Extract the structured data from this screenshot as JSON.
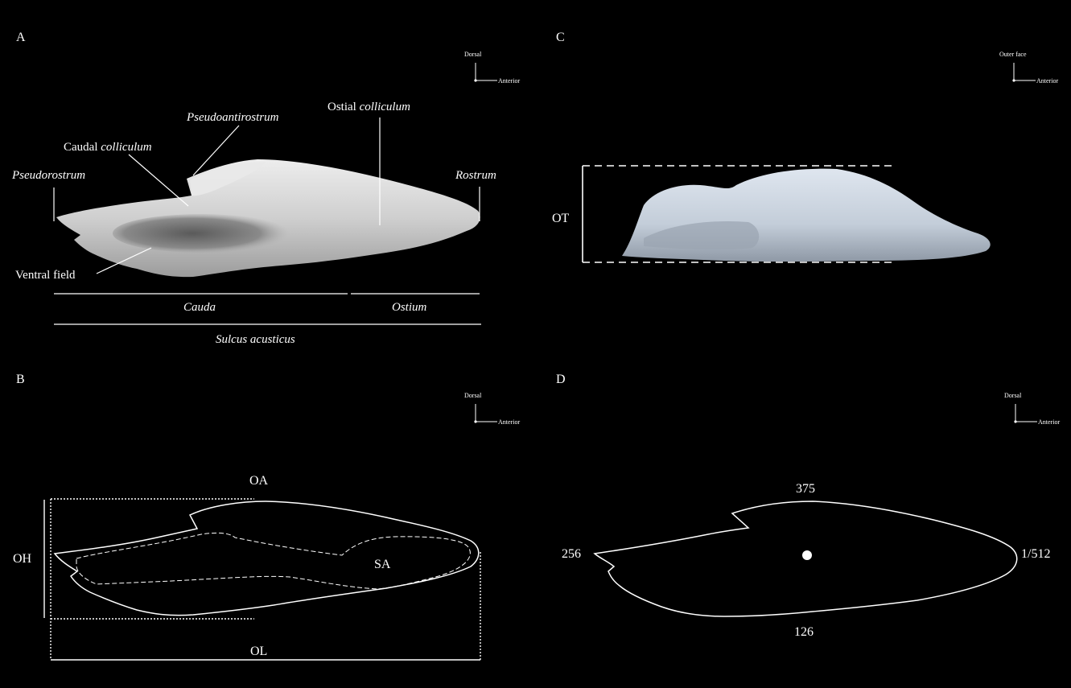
{
  "panels": {
    "A": {
      "letter": "A",
      "axis": {
        "up": "Dorsal",
        "right": "Anterior"
      },
      "labels": {
        "pseudoantirostrum": "Pseudoantirostrum",
        "ostial_colliculum_prefix": "Ostial ",
        "ostial_colliculum_term": "colliculum",
        "caudal_colliculum_prefix": "Caudal ",
        "caudal_colliculum_term": "colliculum",
        "pseudorostrum": "Pseudorostrum",
        "rostrum": "Rostrum",
        "ventral_field": "Ventral field",
        "cauda": "Cauda",
        "ostium": "Ostium",
        "sulcus_acusticus": "Sulcus acusticus"
      }
    },
    "B": {
      "letter": "B",
      "axis": {
        "up": "Dorsal",
        "right": "Anterior"
      },
      "labels": {
        "oa": "OA",
        "oh": "OH",
        "sa": "SA",
        "ol": "OL"
      }
    },
    "C": {
      "letter": "C",
      "axis": {
        "up": "Outer face",
        "right": "Anterior"
      },
      "labels": {
        "ot": "OT"
      }
    },
    "D": {
      "letter": "D",
      "axis": {
        "up": "Dorsal",
        "right": "Anterior"
      },
      "labels": {
        "top": "375",
        "left": "256",
        "right": "1/512",
        "bottom": "126"
      }
    }
  },
  "colors": {
    "background": "#000000",
    "foreground": "#ffffff",
    "otolith_grey": "#d8d8d8",
    "sulcus_dark": "#6e6e6e",
    "lateral_blue": "#c9d3e0"
  }
}
